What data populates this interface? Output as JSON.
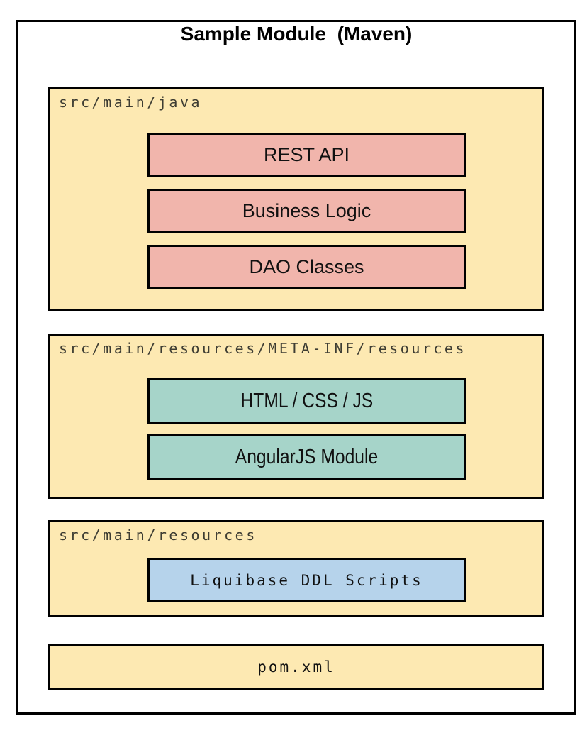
{
  "title": "Sample Module  (Maven)",
  "groups": [
    {
      "label": "src/main/java",
      "items": [
        "REST API",
        "Business Logic",
        "DAO Classes"
      ]
    },
    {
      "label": "src/main/resources/META-INF/resources",
      "items": [
        "HTML / CSS / JS",
        "AngularJS Module"
      ]
    },
    {
      "label": "src/main/resources",
      "items": [
        "Liquibase DDL Scripts"
      ]
    }
  ],
  "footer_box": "pom.xml",
  "colors": {
    "canvas_bg": "#FFFFFF",
    "border": "#000000",
    "group_fill": "#FDE9B2",
    "java_item_fill": "#F1B5AC",
    "web_item_fill": "#A6D4C9",
    "db_item_fill": "#B6D3EB",
    "label_text": "#3E3D33"
  }
}
